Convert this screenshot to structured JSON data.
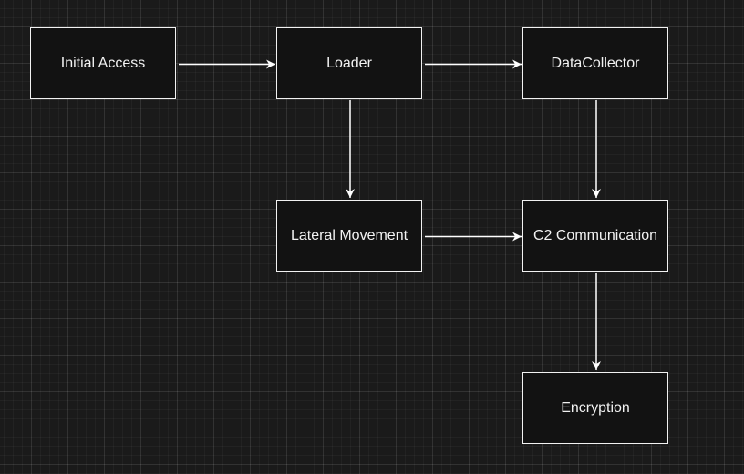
{
  "diagram": {
    "background_color": "#1a1a1a",
    "line_color": "#ffffff",
    "nodes": {
      "initial_access": "Initial Access",
      "loader": "Loader",
      "data_collector": "DataCollector",
      "lateral_movement": "Lateral Movement",
      "c2_communication": "C2 Communication",
      "encryption": "Encryption"
    },
    "edges": [
      {
        "from": "initial_access",
        "to": "loader"
      },
      {
        "from": "loader",
        "to": "data_collector"
      },
      {
        "from": "loader",
        "to": "lateral_movement"
      },
      {
        "from": "data_collector",
        "to": "c2_communication"
      },
      {
        "from": "lateral_movement",
        "to": "c2_communication"
      },
      {
        "from": "c2_communication",
        "to": "encryption"
      }
    ]
  }
}
